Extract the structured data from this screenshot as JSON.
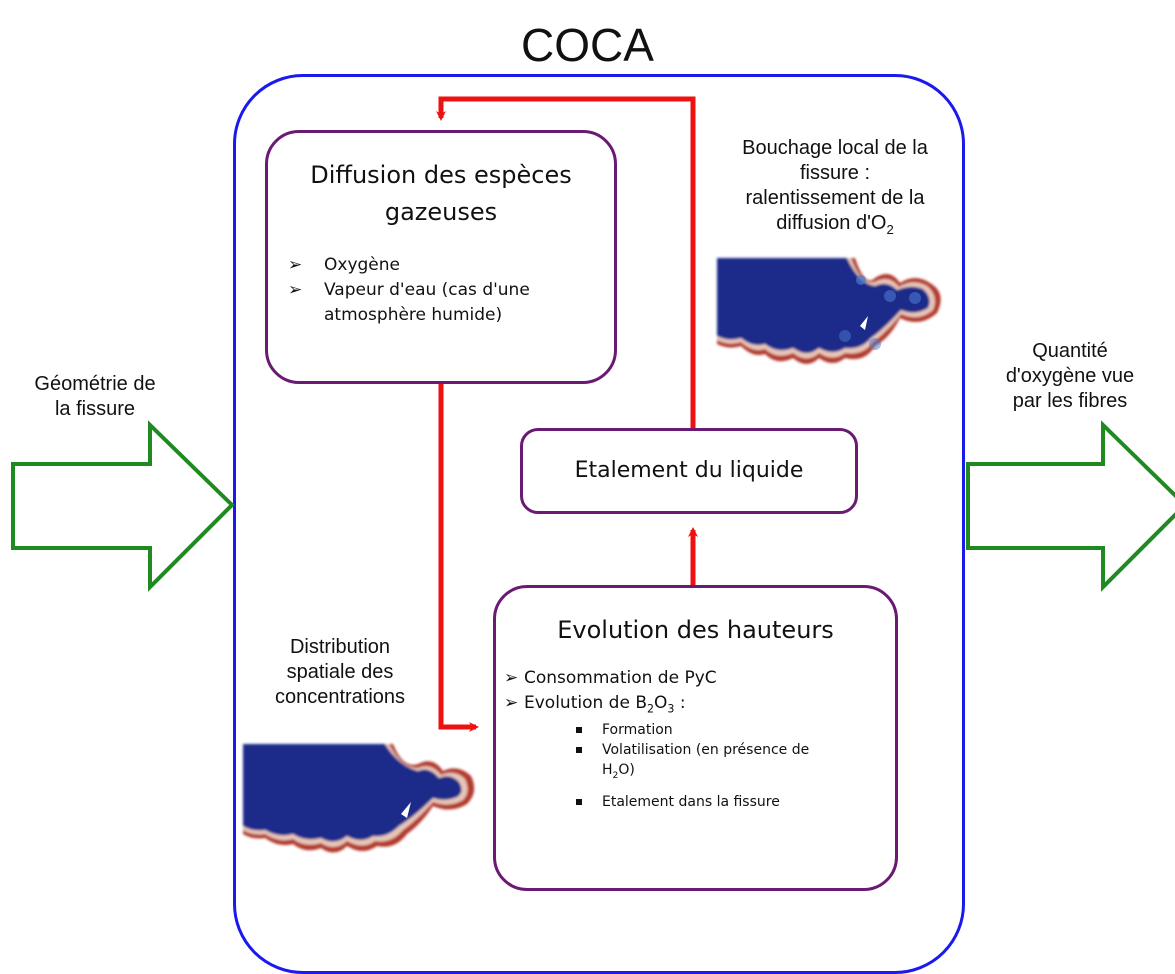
{
  "title": "COCA",
  "diffusion": {
    "title": "Diffusion des espèces gazeuses",
    "items": [
      "Oxygène",
      "Vapeur d'eau (cas d'une atmosphère humide)"
    ]
  },
  "etalement": {
    "title": "Etalement du liquide"
  },
  "evolution": {
    "title": "Evolution des hauteurs",
    "item1": "Consommation de PyC",
    "item2_prefix": "Evolution de B",
    "item2_sub1": "2",
    "item2_mid": "O",
    "item2_sub2": "3",
    "item2_suffix": " :",
    "sub_items": {
      "formation": "Formation",
      "volat_line1": "Volatilisation (en présence de",
      "volat_h": "H",
      "volat_sub": "2",
      "volat_end": "O)",
      "etalement": "Etalement dans la fissure"
    }
  },
  "labels": {
    "input": [
      "Géométrie de",
      "la fissure"
    ],
    "output": [
      "Quantité",
      "d'oxygène vue",
      "par les fibres"
    ],
    "bouchage": [
      "Bouchage local de la",
      "fissure :",
      "ralentissement de la"
    ],
    "bouchage_last_prefix": "diffusion d'O",
    "bouchage_last_sub": "2",
    "distribution": [
      "Distribution",
      "spatiale des",
      "concentrations"
    ]
  },
  "colors": {
    "outer_border": "#1a1aee",
    "box_border": "#6b1a73",
    "flow_arrow": "#ee1111",
    "io_arrow": "#1f8a1f",
    "sim_fill": "#1c2a8a",
    "sim_edge": "#c0392b"
  },
  "icons": {
    "bullet_arrow": "➢",
    "bullet_square": "square"
  }
}
